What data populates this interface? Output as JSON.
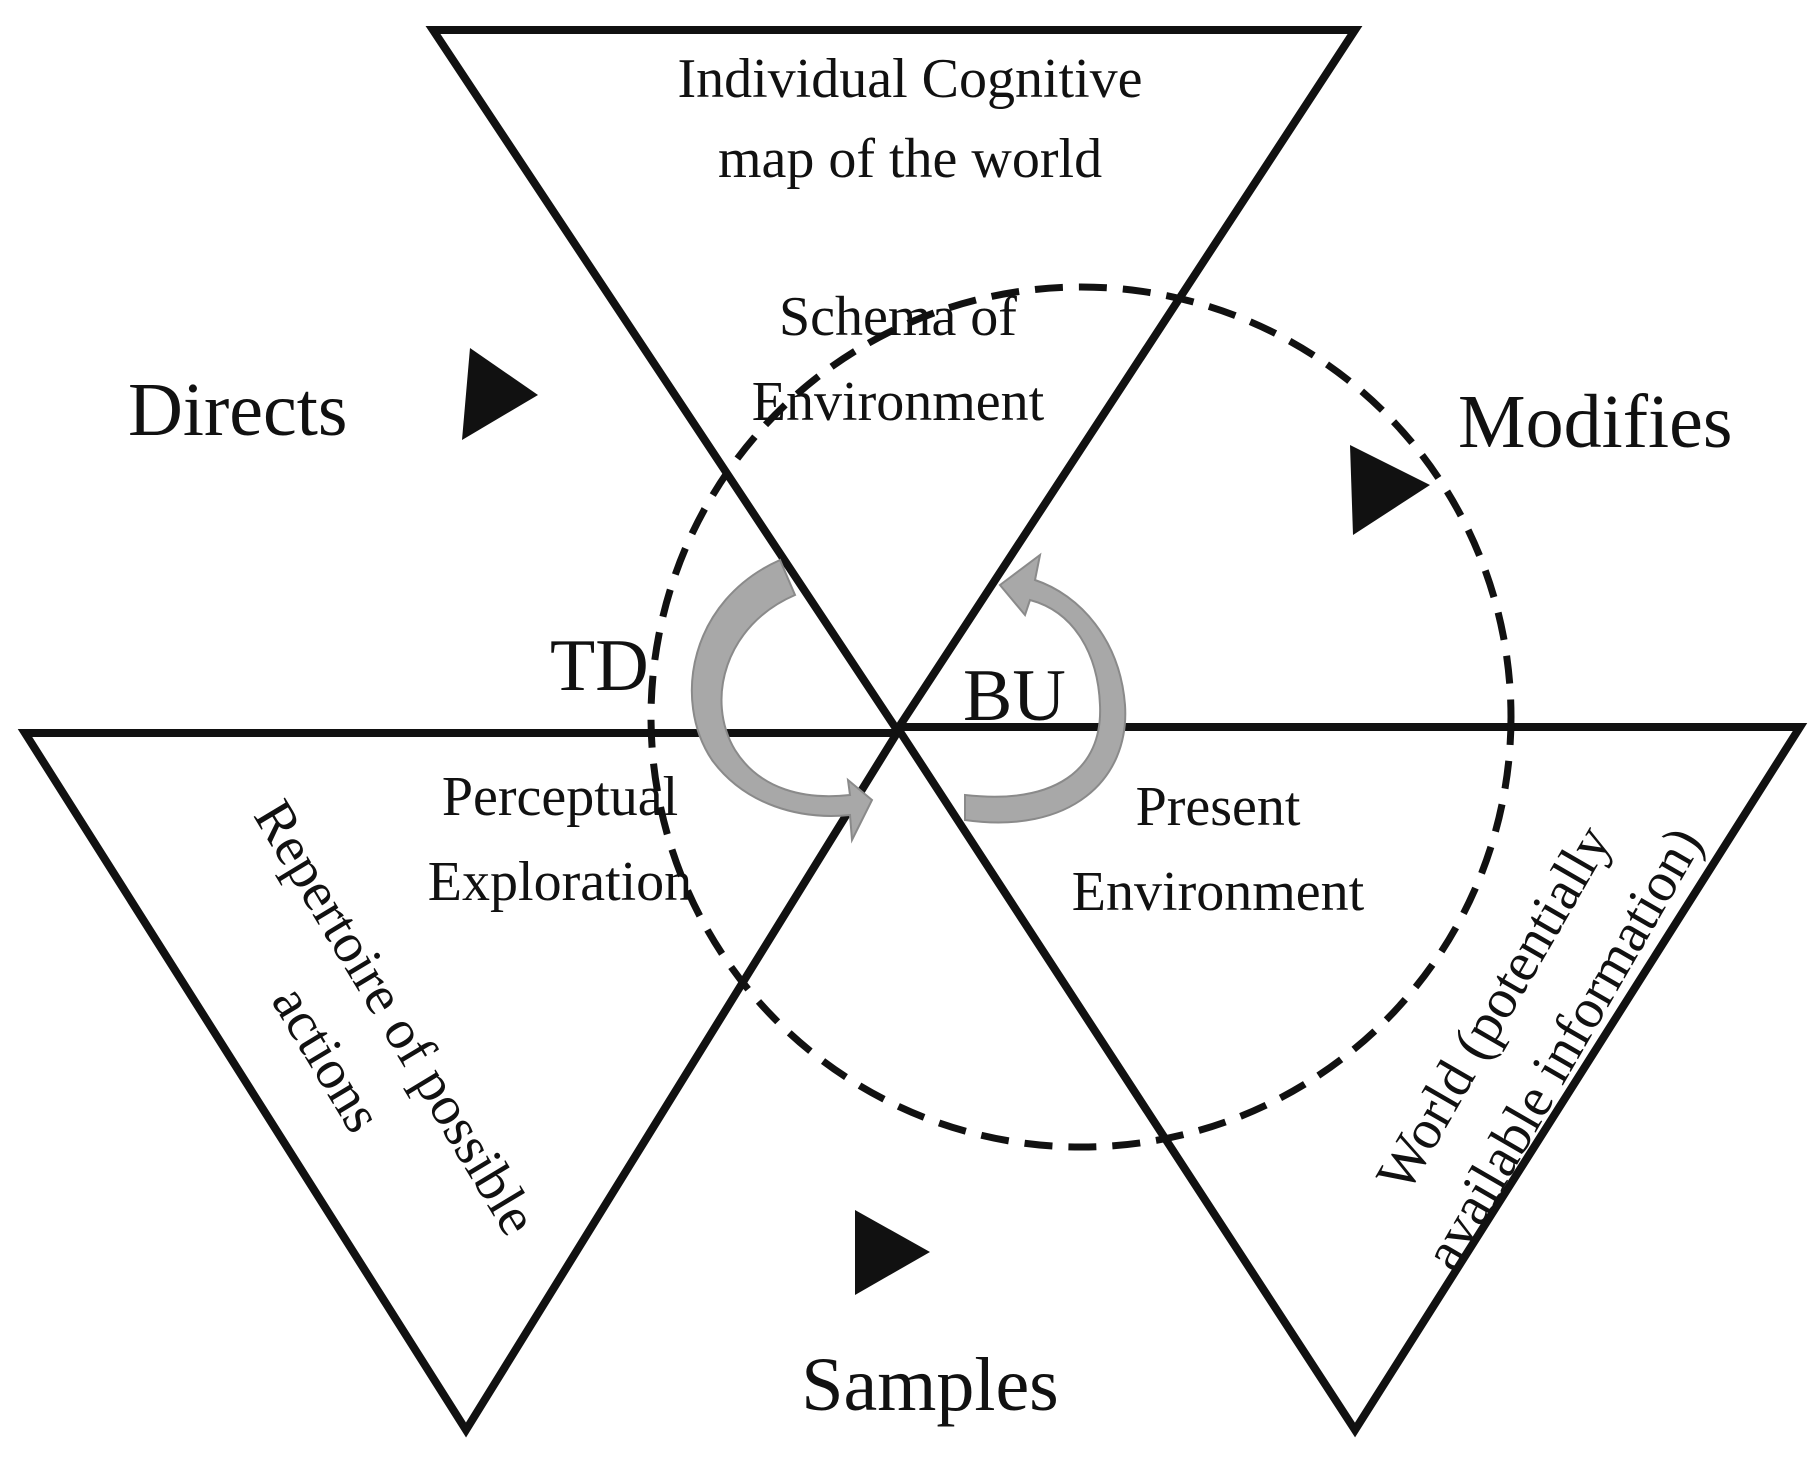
{
  "labels": {
    "cognitive_map_line1": "Individual Cognitive",
    "cognitive_map_line2": "map of the world",
    "schema_line1": "Schema of",
    "schema_line2": "Environment",
    "directs": "Directs",
    "modifies": "Modifies",
    "samples": "Samples",
    "td": "TD",
    "bu": "BU",
    "perceptual_line1": "Perceptual",
    "perceptual_line2": "Exploration",
    "present_line1": "Present",
    "present_line2": "Environment",
    "repertoire_line1": "Repertoire of possible",
    "repertoire_line2": "actions",
    "world_line1": "World (potentially",
    "world_line2": "available information)"
  },
  "colors": {
    "line": "#111111",
    "cycle_arrow_fill": "#a8a8a8",
    "cycle_arrow_stroke": "#8a8a8a",
    "background": "#ffffff"
  }
}
